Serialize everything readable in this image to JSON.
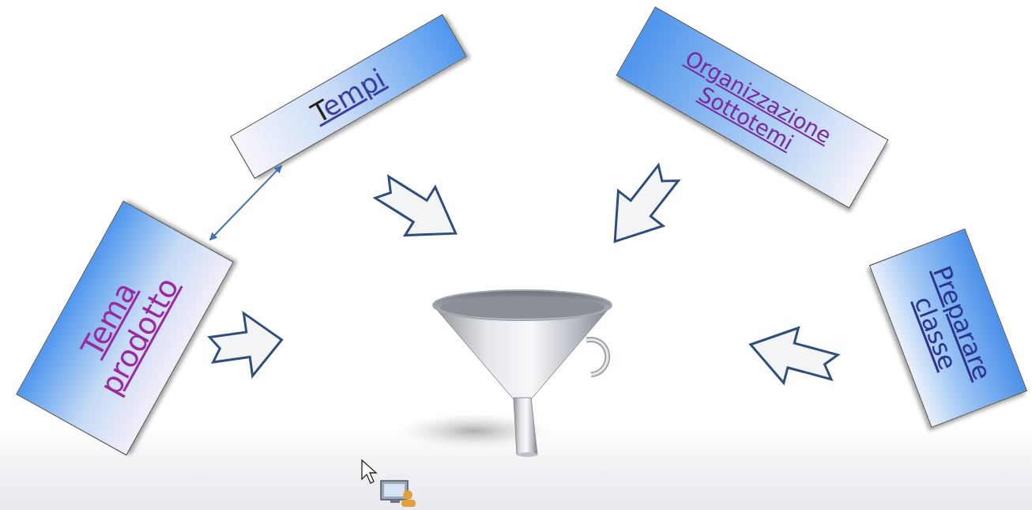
{
  "diagram": {
    "nodes": [
      {
        "text": [
          "Tempi"
        ]
      },
      {
        "text": [
          "Organizzazione Sottotemi"
        ]
      },
      {
        "text": [
          "Tema prodotto"
        ]
      },
      {
        "text": [
          "Preparare classe"
        ]
      }
    ],
    "edges": [
      {
        "from": 2,
        "to": 0,
        "arrow": "both"
      }
    ]
  }
}
